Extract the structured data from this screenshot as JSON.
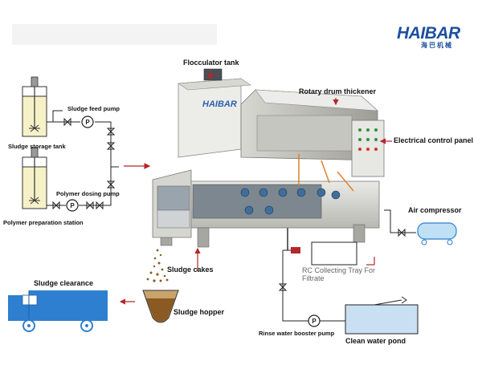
{
  "brand": {
    "name": "HAIBAR",
    "subtitle": "海巴机械"
  },
  "machine": {
    "tank_brand": "HAIBAR"
  },
  "labels": {
    "flocculator_tank": "Flocculator tank",
    "rotary_drum_thickener": "Rotary drum thickener",
    "electrical_control_panel": "Electrical control panel",
    "air_compressor": "Air compressor",
    "sludge_feed_pump": "Sludge feed pump",
    "sludge_storage_tank": "Sludge storage tank",
    "polymer_dosing_pump": "Polymer dosing pump",
    "polymer_preparation_station": "Polymer preparation station",
    "sludge_cakes": "Sludge cakes",
    "sludge_hopper": "Sludge hopper",
    "sludge_clearance": "Sludge clearance",
    "rc_collecting_tray": "RC Collecting Tray For Filtrate",
    "rinse_water_booster_pump": "Rinse water booster pump",
    "clean_water_pond": "Clean water pond",
    "pump_symbol": "P"
  },
  "colors": {
    "brand_blue": "#1c4fa0",
    "flow_red": "#b4262b",
    "pipe_dark": "#222222",
    "truck_blue": "#2f7fd0",
    "pond_water": "#c9dff2",
    "hopper_brown": "#8a5a22"
  }
}
